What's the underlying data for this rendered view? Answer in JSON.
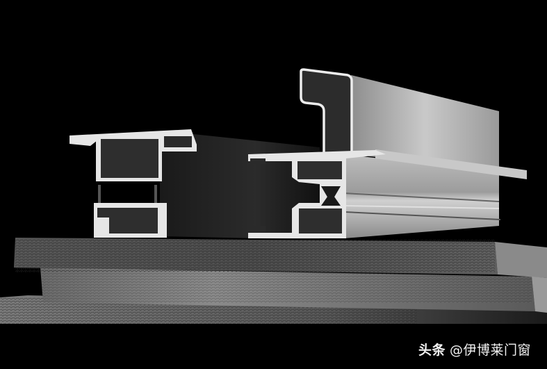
{
  "image": {
    "subject": "Aluminum window/door frame profiles resting on stacked rough stone slabs",
    "style": "black-and-white product photograph",
    "background_color": "#000000"
  },
  "watermark": {
    "brand": "头条",
    "handle": "@伊博莱门窗"
  },
  "colors": {
    "aluminum_edge": "#e8e8e8",
    "aluminum_face_light": "#b5b5b5",
    "aluminum_face_dark": "#2a2a2a",
    "stone_light": "#7a7a7a",
    "stone_dark": "#3a3a3a"
  }
}
